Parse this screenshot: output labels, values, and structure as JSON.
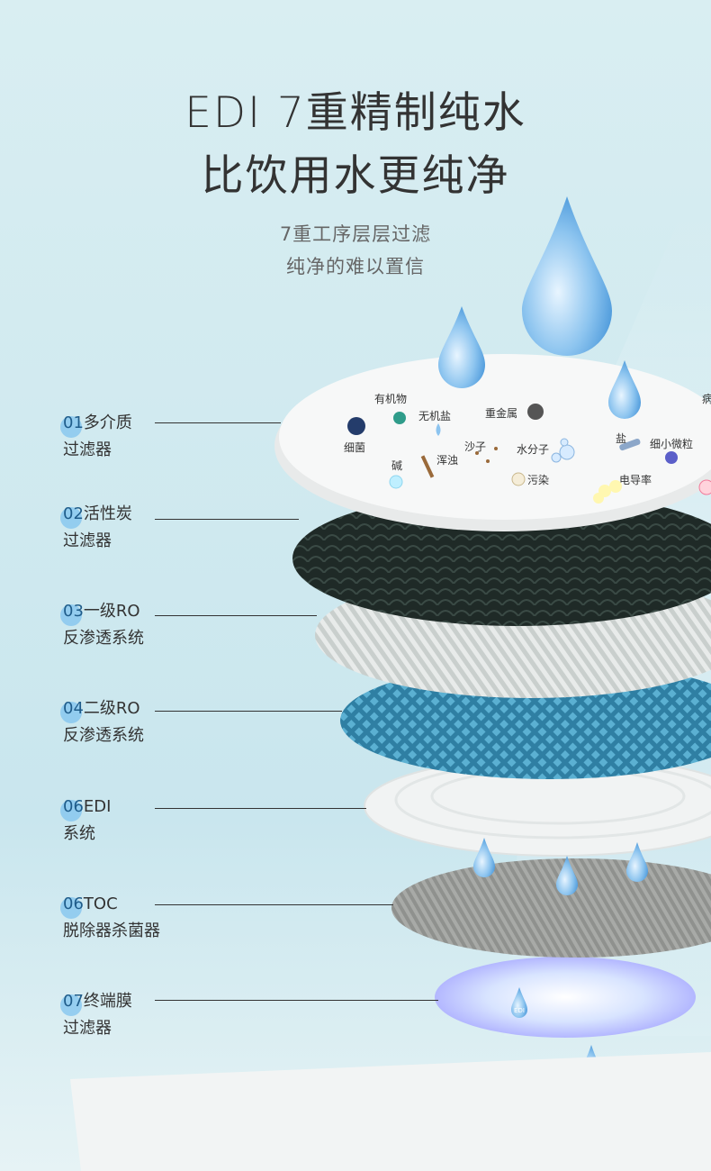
{
  "title": {
    "line1": "EDI 7重精制纯水",
    "line2": "比饮用水更纯净"
  },
  "subtitle": {
    "line1": "7重工序层层过滤",
    "line2": "纯净的难以置信"
  },
  "layers": [
    {
      "num": "01",
      "name": "多介质",
      "line2": "过滤器"
    },
    {
      "num": "02",
      "name": "活性炭",
      "line2": "过滤器"
    },
    {
      "num": "03",
      "name": "一级RO",
      "line2": "反渗透系统"
    },
    {
      "num": "04",
      "name": "二级RO",
      "line2": "反渗透系统"
    },
    {
      "num": "06",
      "name": "EDI",
      "line2": "系统"
    },
    {
      "num": "06",
      "name": "TOC",
      "line2": "脱除器杀菌器"
    },
    {
      "num": "07",
      "name": "终端膜",
      "line2": "过滤器"
    }
  ],
  "impurities": {
    "organic": "有机物",
    "inorganic_salt": "无机盐",
    "heavy_metal": "重金属",
    "bacteria": "细菌",
    "sand": "沙子",
    "water_molecule": "水分子",
    "salt": "盐",
    "fine_particles": "细小微粒",
    "alkali": "碱",
    "turbidity": "浑浊",
    "pollution": "污染",
    "conductivity": "电导率",
    "pathogen_partial": "病"
  },
  "edi_drop_label": "EDI",
  "colors": {
    "accent": "#7fc3ef",
    "text": "#333333",
    "water": "#5fa9e6",
    "carbon": "#24302d",
    "ro2": "#3b8fb2"
  }
}
